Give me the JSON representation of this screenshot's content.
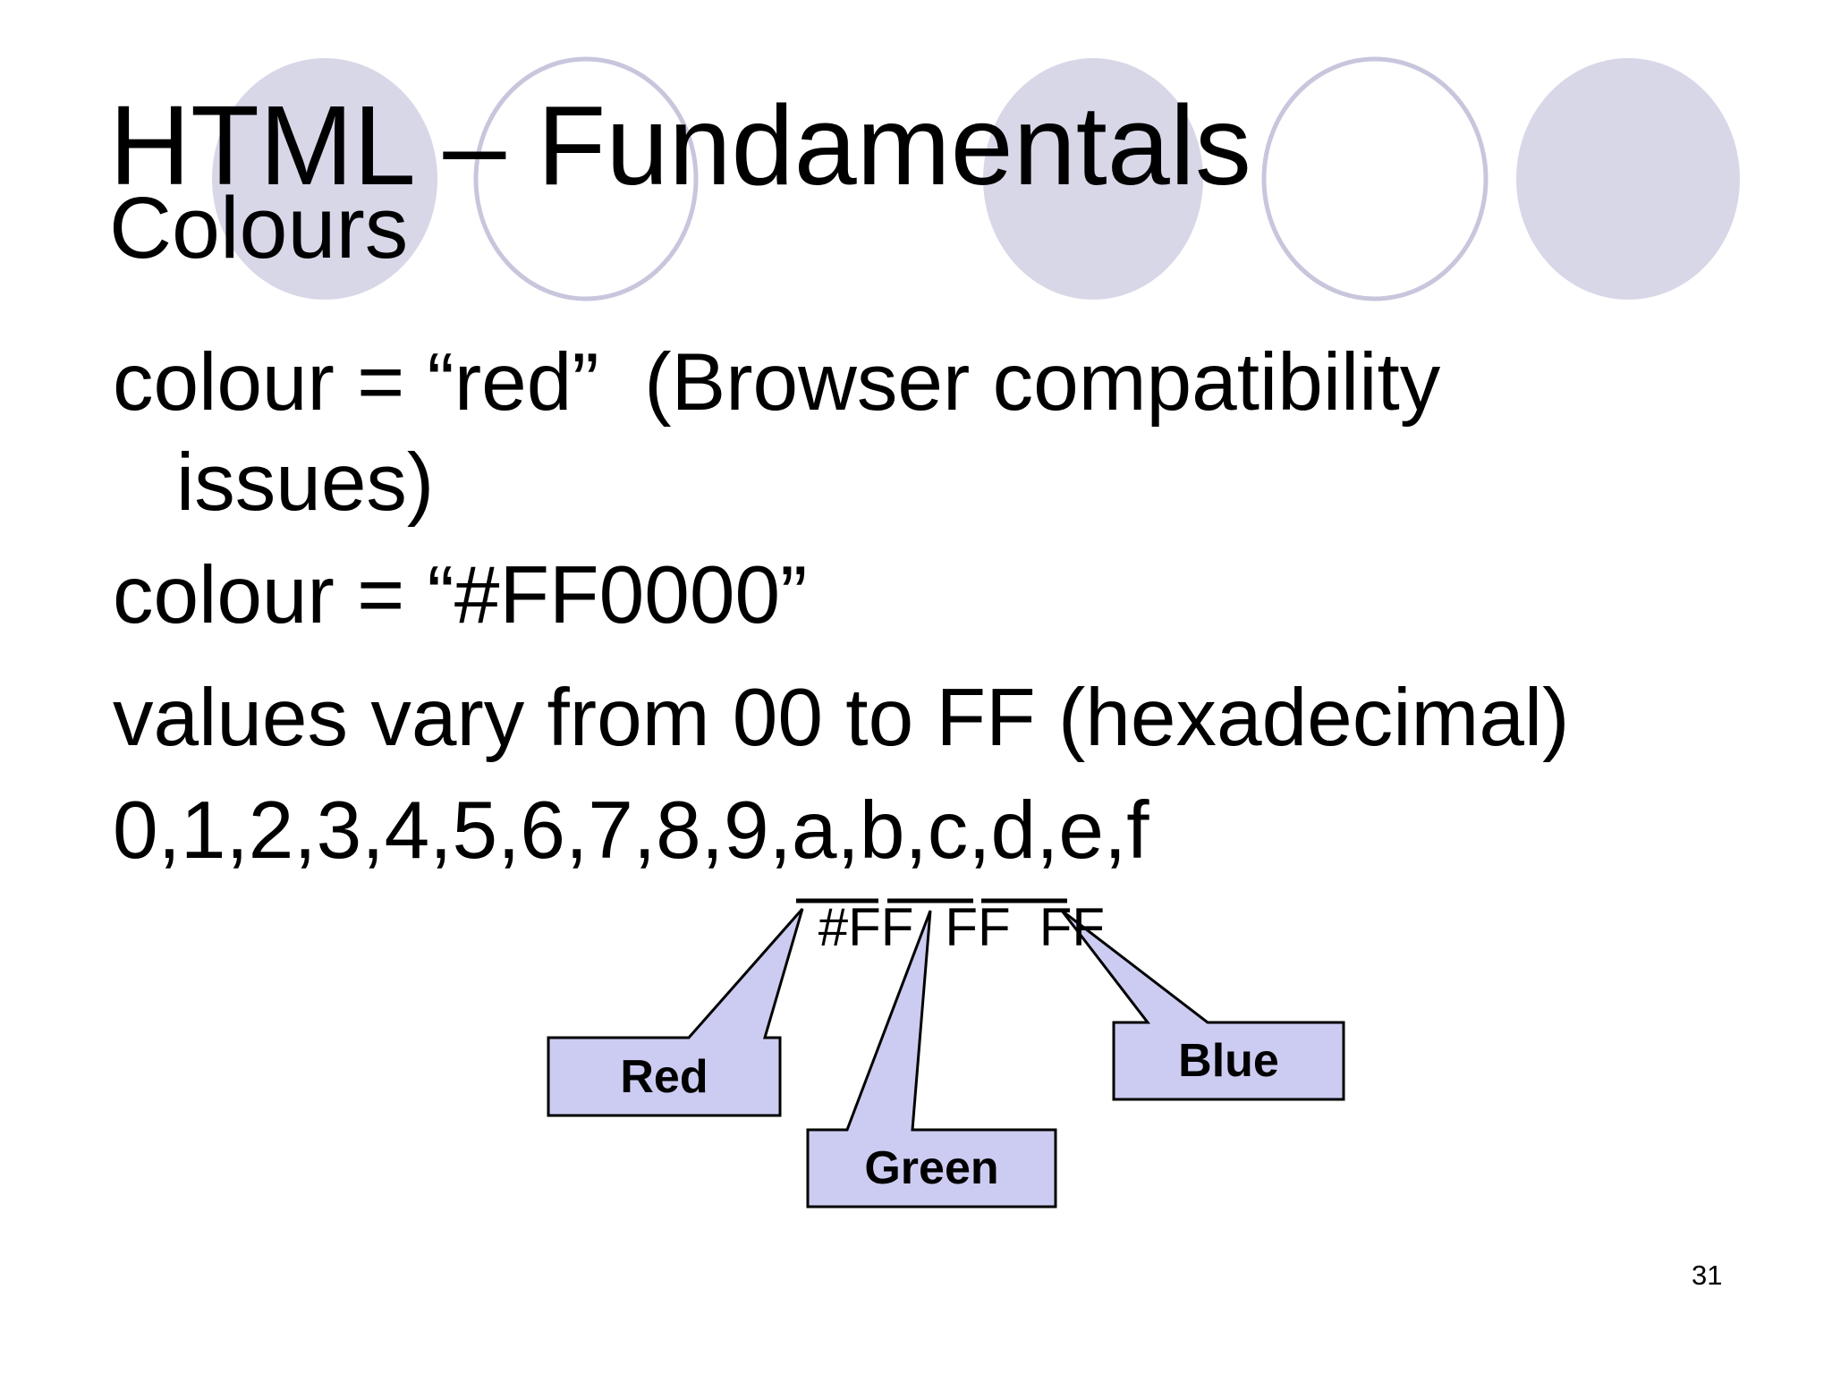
{
  "slide": {
    "title": "HTML – Fundamentals",
    "subtitle": "Colours",
    "page_number": "31"
  },
  "body": {
    "line1a": "colour = “red”  (Browser compatibility",
    "line1b": "issues)",
    "line2": "colour = “#FF0000”",
    "line3": "values vary from 00 to FF (hexadecimal)",
    "line4": "0,1,2,3,4,5,6,7,8,9,a,b,c,d,e,f"
  },
  "hex_diagram": {
    "hash": "#",
    "red_pair": "FF",
    "green_pair": "FF",
    "blue_pair": "FF",
    "callouts": {
      "red": "Red",
      "green": "Green",
      "blue": "Blue"
    }
  },
  "colors": {
    "background": "#FFFFFF",
    "text": "#000000",
    "circle_fill": "#D8D7E8",
    "circle_outline_stroke": "#C7C6DD",
    "callout_fill": "#CCCCF2",
    "callout_border": "#000000"
  }
}
